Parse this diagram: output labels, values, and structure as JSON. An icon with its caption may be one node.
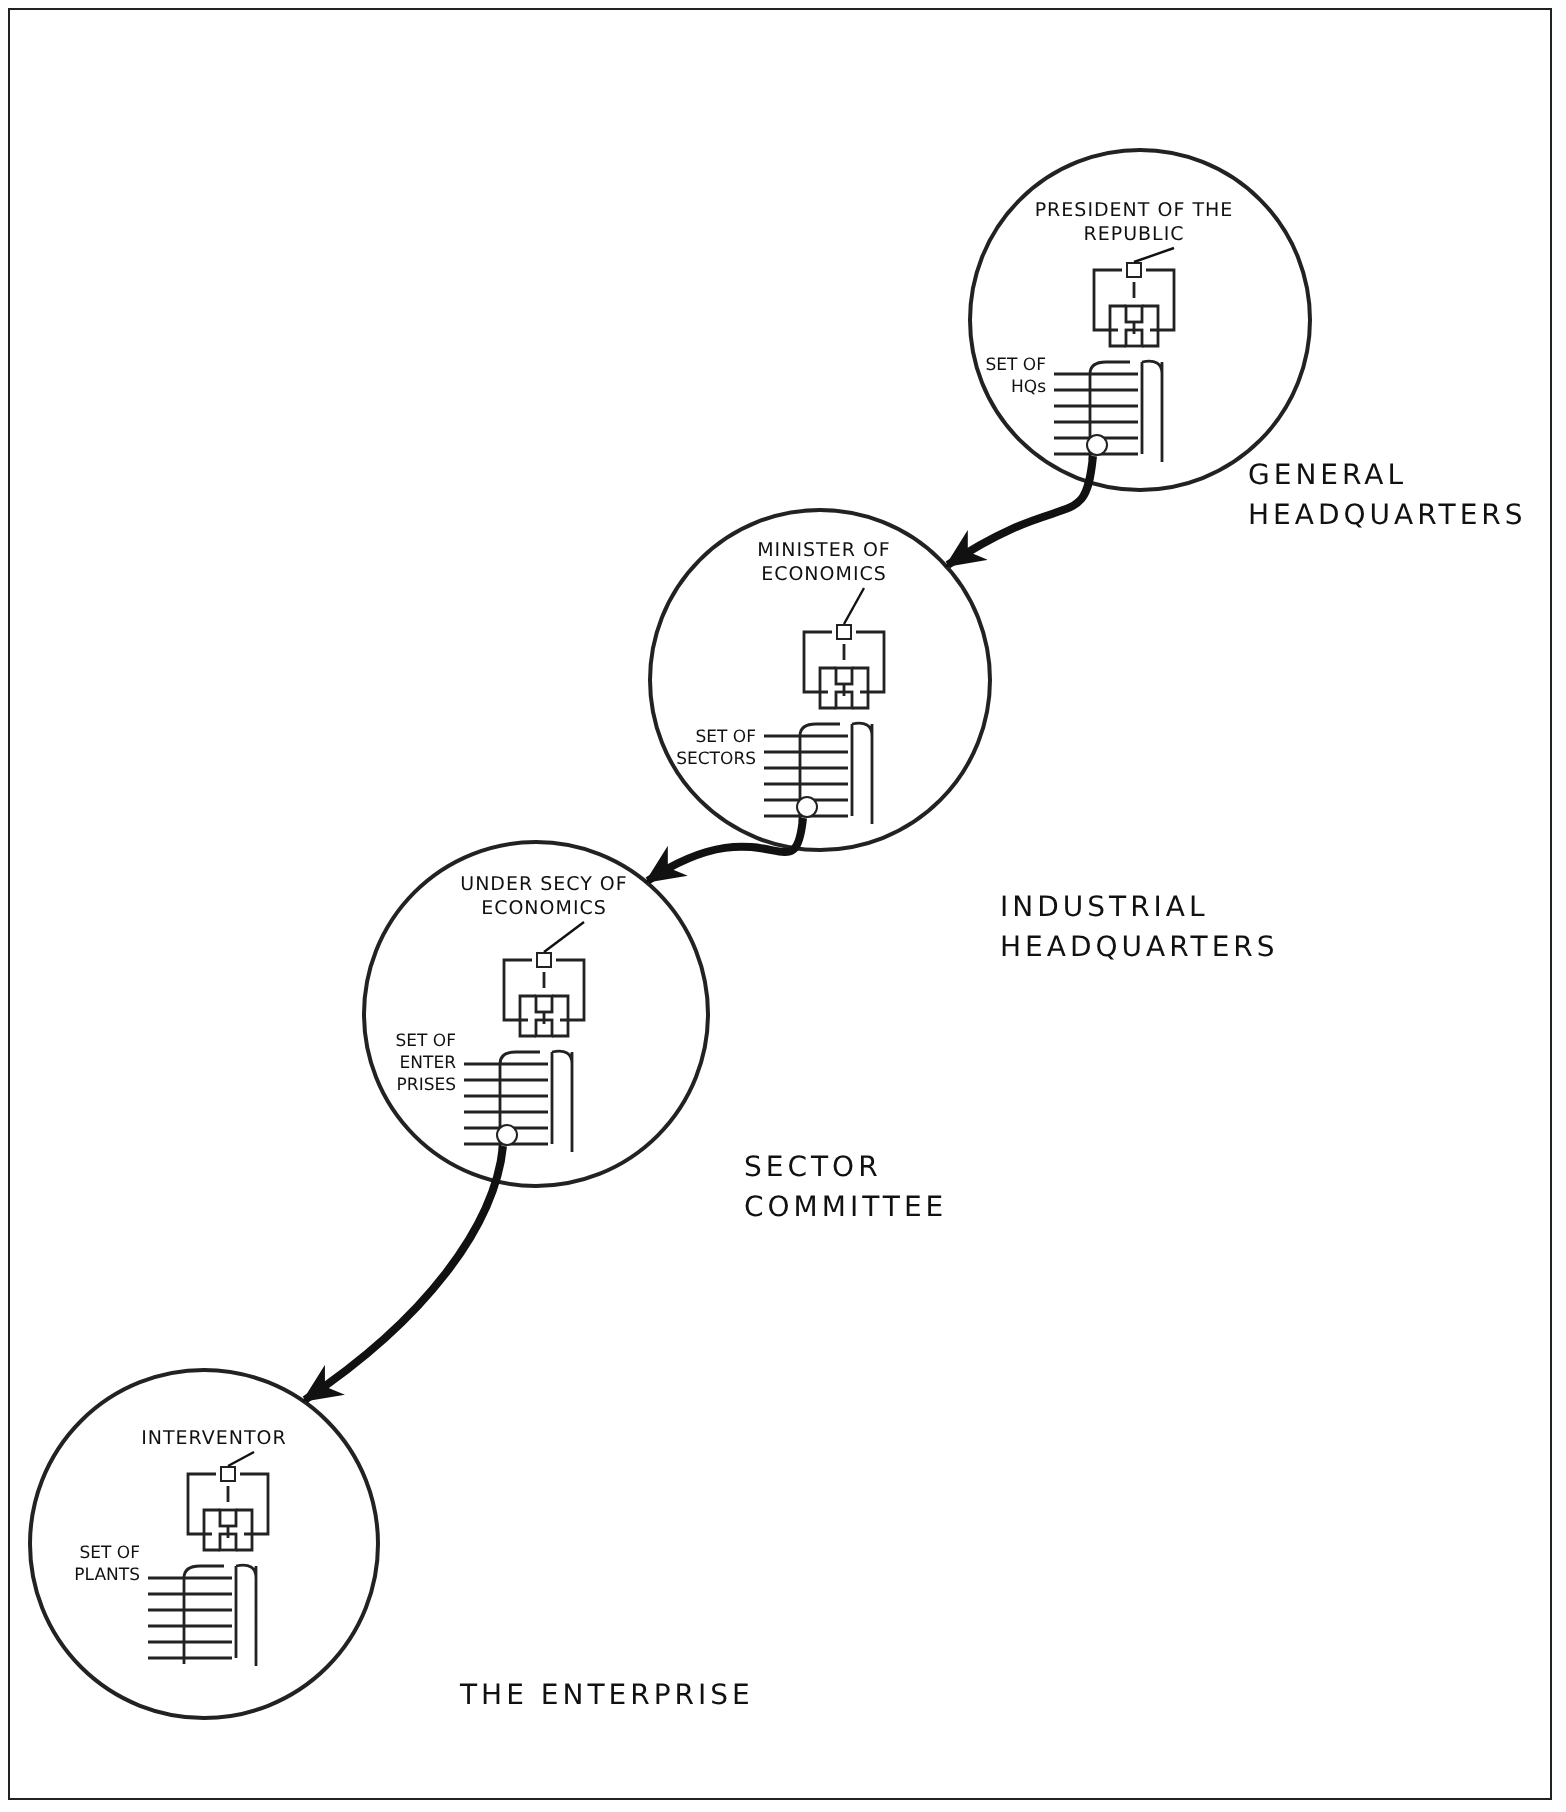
{
  "diagram": {
    "nodes": [
      {
        "text": [],
        "shape": "circle",
        "beside": [
          "GENERAL HEADQUARTERS"
        ]
      },
      {
        "text": [
          "PRESIDENT OF THE REPUBLIC"
        ],
        "in": 0
      },
      {
        "text": [],
        "shape": "box",
        "in": 0
      },
      {
        "text": [
          "SET OF HQs"
        ],
        "in": 0
      },
      {
        "text": [],
        "shape": "circle",
        "in": 0
      },
      {
        "text": [],
        "shape": "circle",
        "beside": [
          "INDUSTRIAL HEADQUARTERS"
        ]
      },
      {
        "text": [
          "MINISTER OF ECONOMICS"
        ],
        "in": 5
      },
      {
        "text": [],
        "shape": "box",
        "in": 5
      },
      {
        "text": [
          "SET OF SECTORS"
        ],
        "in": 5
      },
      {
        "text": [],
        "shape": "circle",
        "in": 5
      },
      {
        "text": [],
        "shape": "circle",
        "beside": [
          "SECTOR COMMITTEE"
        ]
      },
      {
        "text": [
          "UNDER SECY OF ECONOMICS"
        ],
        "in": 10
      },
      {
        "text": [],
        "shape": "box",
        "in": 10
      },
      {
        "text": [
          "SET OF ENTER PRISES"
        ],
        "in": 10
      },
      {
        "text": [],
        "shape": "circle",
        "in": 10
      },
      {
        "text": [],
        "shape": "circle",
        "beside": [
          "THE ENTERPRISE"
        ]
      },
      {
        "text": [
          "INTERVENTOR"
        ],
        "in": 15
      },
      {
        "text": [],
        "shape": "box",
        "in": 15
      },
      {
        "text": [
          "SET OF PLANTS"
        ],
        "in": 15
      }
    ],
    "edges": [
      {
        "from": 1,
        "to": 2,
        "arrow": "none"
      },
      {
        "from": 4,
        "to": 5,
        "arrow": "to",
        "style": "thick"
      },
      {
        "from": 6,
        "to": 7,
        "arrow": "none"
      },
      {
        "from": 9,
        "to": 10,
        "arrow": "to",
        "style": "thick"
      },
      {
        "from": 11,
        "to": 12,
        "arrow": "none"
      },
      {
        "from": 14,
        "to": 15,
        "arrow": "to",
        "style": "thick"
      },
      {
        "from": 16,
        "to": 17,
        "arrow": "none"
      }
    ]
  }
}
